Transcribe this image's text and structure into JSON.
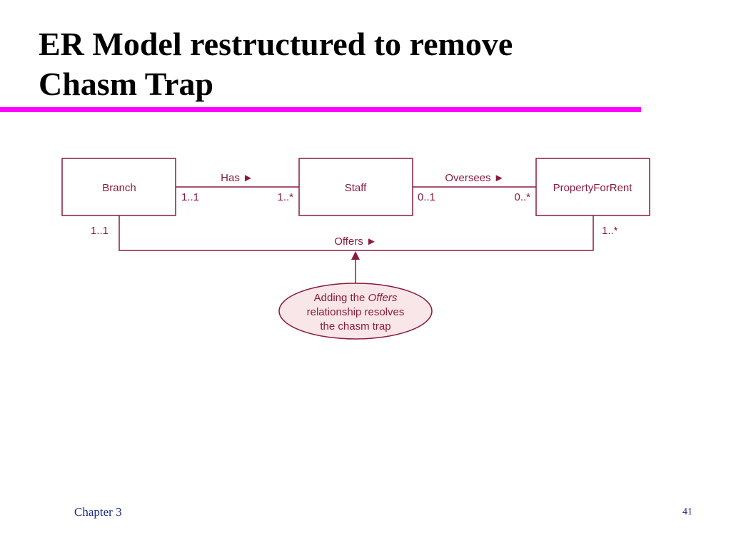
{
  "slide": {
    "title_line1": "ER Model restructured to remove",
    "title_line2": "Chasm Trap",
    "footer": "Chapter 3",
    "page_number": "41",
    "accent_color": "#ff00ff",
    "diagram_color": "#8b1a3f"
  },
  "diagram": {
    "entities": {
      "branch": "Branch",
      "staff": "Staff",
      "property": "PropertyForRent"
    },
    "relationships": {
      "has": {
        "label": "Has ►",
        "left_mult": "1..1",
        "right_mult": "1..*"
      },
      "oversees": {
        "label": "Oversees ►",
        "left_mult": "0..1",
        "right_mult": "0..*"
      },
      "offers": {
        "label": "Offers ►",
        "left_mult": "1..1",
        "right_mult": "1..*"
      }
    },
    "note": {
      "line1_prefix": "Adding the ",
      "line1_emph": "Offers",
      "line2": "relationship resolves",
      "line3": "the chasm trap"
    }
  }
}
